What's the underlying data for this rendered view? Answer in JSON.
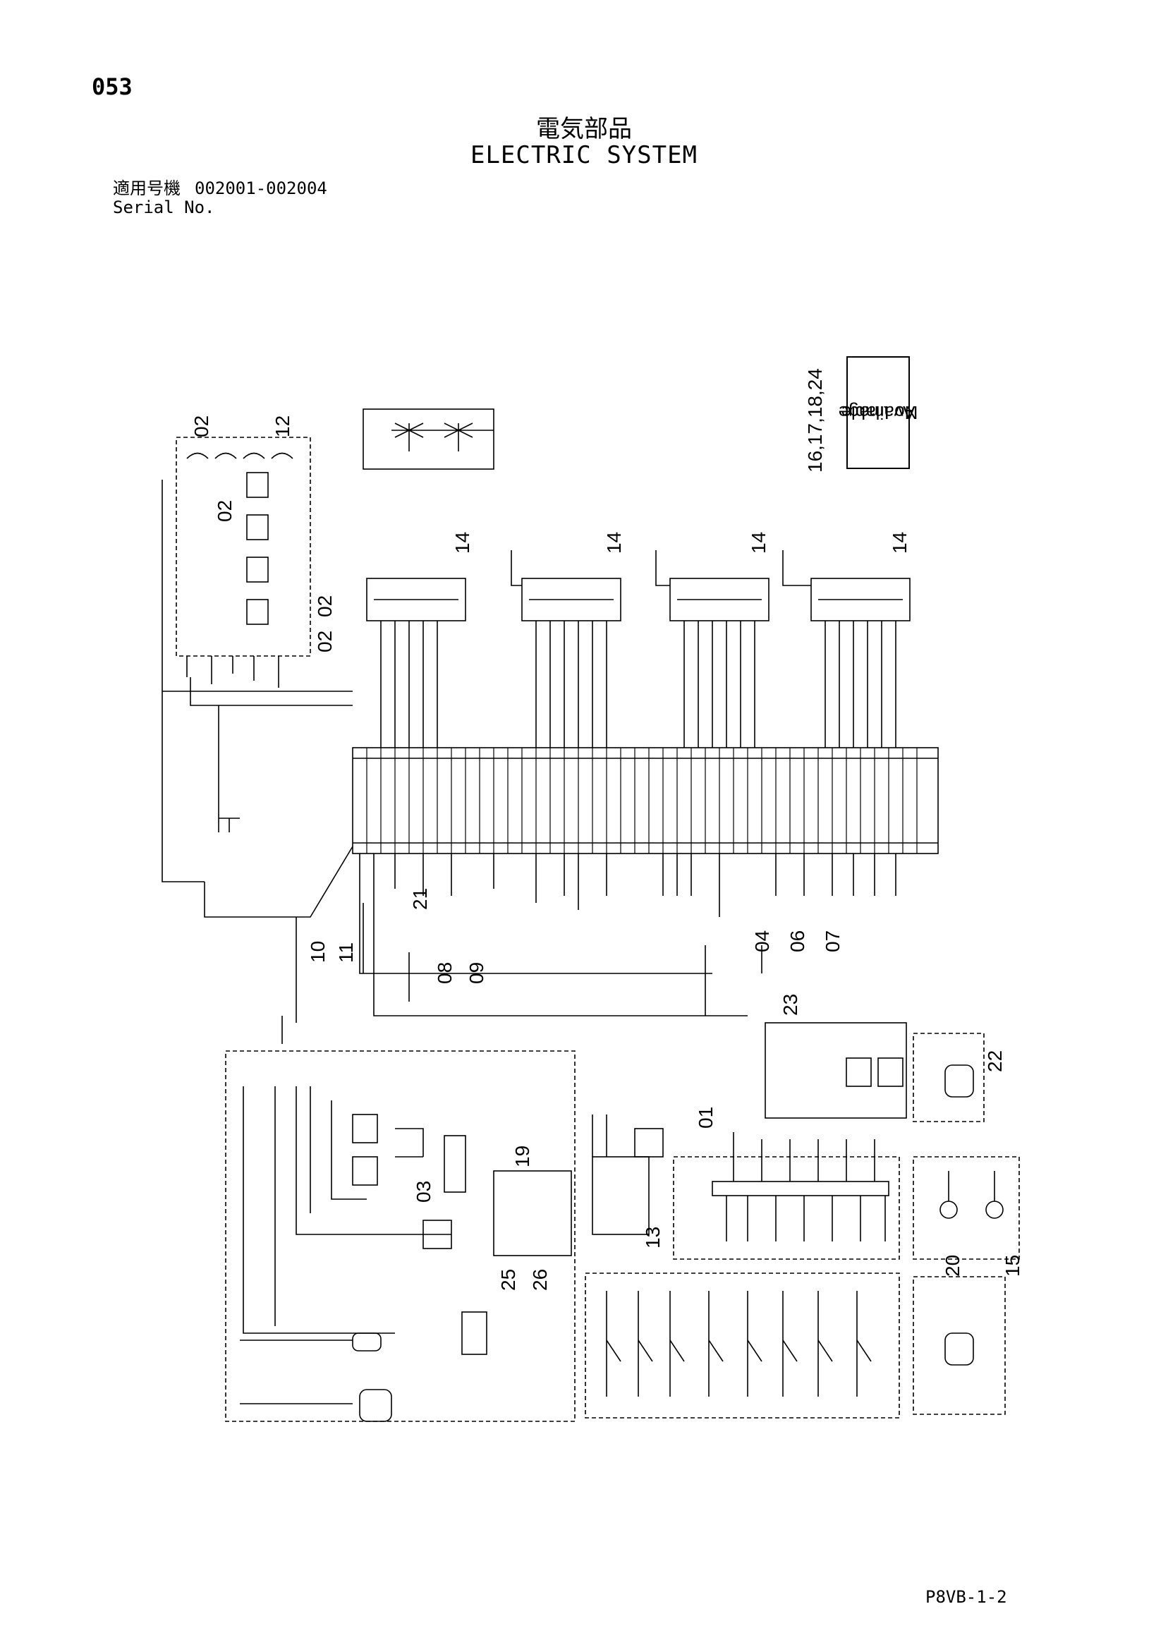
{
  "header": {
    "page_number": "053",
    "title_jp": "電気部品",
    "title_en": "ELECTRIC SYSTEM",
    "serial_label_jp": "適用号機",
    "serial_range": "002001-002004",
    "serial_label_en": "Serial No."
  },
  "no_image": {
    "callouts": "16,17,18,24",
    "text_line1": "No Image",
    "text_line2": "Available"
  },
  "callouts": {
    "c01": "01",
    "c02": "02",
    "c03": "03",
    "c04": "04",
    "c06": "06",
    "c07": "07",
    "c08": "08",
    "c09": "09",
    "c10": "10",
    "c11": "11",
    "c12": "12",
    "c13": "13",
    "c14": "14",
    "c15": "15",
    "c19": "19",
    "c20": "20",
    "c21": "21",
    "c22": "22",
    "c23": "23",
    "c25": "25",
    "c26": "26"
  },
  "footer": {
    "doc_code": "P8VB-1-2"
  },
  "colors": {
    "ink": "#000000",
    "paper": "#ffffff"
  }
}
